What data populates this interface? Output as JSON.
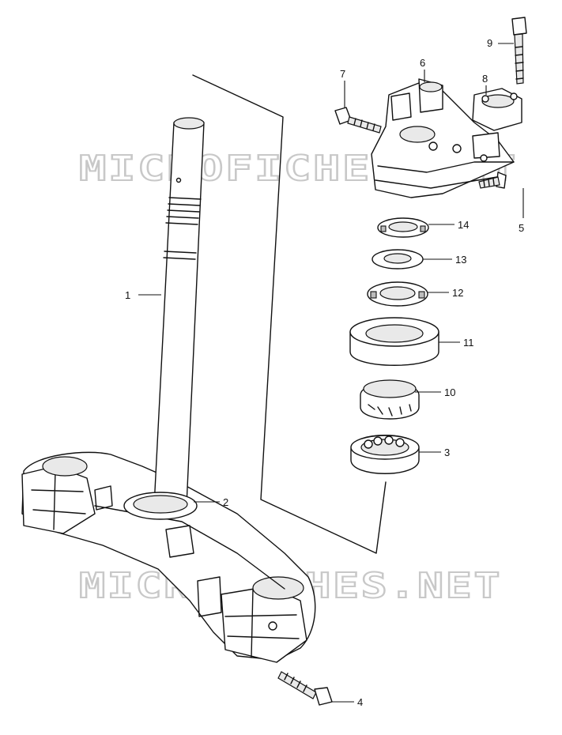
{
  "watermarks": [
    "MICROFICHES.NET",
    "MICROFICHES.NET"
  ],
  "parts": [
    {
      "ref": "1"
    },
    {
      "ref": "2"
    },
    {
      "ref": "3"
    },
    {
      "ref": "4"
    },
    {
      "ref": "5"
    },
    {
      "ref": "6"
    },
    {
      "ref": "7"
    },
    {
      "ref": "8"
    },
    {
      "ref": "9"
    },
    {
      "ref": "10"
    },
    {
      "ref": "11"
    },
    {
      "ref": "12"
    },
    {
      "ref": "13"
    },
    {
      "ref": "14"
    }
  ]
}
